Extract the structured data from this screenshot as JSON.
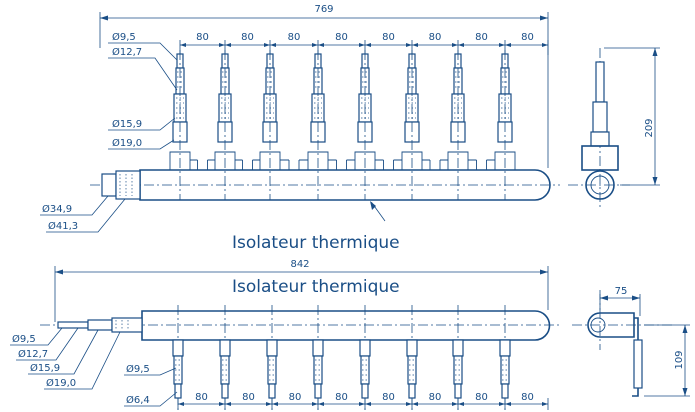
{
  "top_view": {
    "overall_length": "769",
    "pitch_labels": [
      "80",
      "80",
      "80",
      "80",
      "80",
      "80",
      "80",
      "80"
    ],
    "height": "209",
    "callouts_left": [
      "Ø9,5",
      "Ø12,7",
      "Ø15,9",
      "Ø19,0"
    ],
    "callouts_inlet": [
      "Ø34,9",
      "Ø41,3"
    ],
    "insulation_label": "Isolateur thermique"
  },
  "bottom_view": {
    "overall_length": "842",
    "insulation_label": "Isolateur thermique",
    "callouts_inlet": [
      "Ø9,5",
      "Ø12,7",
      "Ø15,9",
      "Ø19,0"
    ],
    "callouts_outlet": [
      "Ø9,5",
      "Ø6,4"
    ],
    "pitch_labels": [
      "80",
      "80",
      "80",
      "80",
      "80",
      "80",
      "80",
      "80"
    ],
    "side_width": "75",
    "side_height": "109"
  },
  "colors": {
    "line": "#1a4e86"
  }
}
